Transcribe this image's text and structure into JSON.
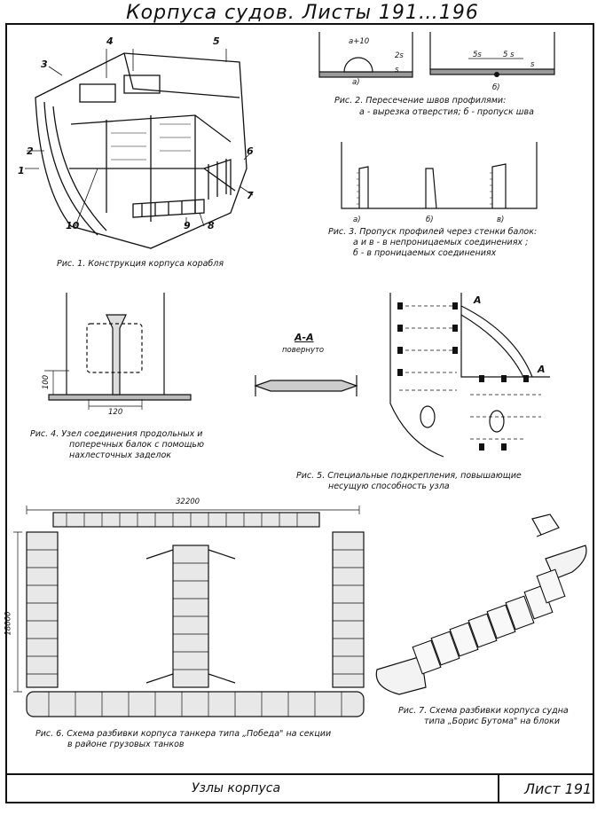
{
  "title": "Корпуса судов. Листы 191…196",
  "footer": {
    "section": "Узлы корпуса",
    "sheet": "Лист 191"
  },
  "fig1": {
    "caption": "Рис. 1. Конструкция корпуса корабля",
    "callouts": [
      "1",
      "2",
      "3",
      "4",
      "5",
      "6",
      "7",
      "8",
      "9",
      "10"
    ]
  },
  "fig2": {
    "caption_line1": "Рис. 2. Пересечение швов профилями:",
    "caption_line2": "а - вырезка отверстия; б - пропуск шва",
    "dim_a": "a+10",
    "dim_2s": "2s",
    "dim_s": "s",
    "dim_5s_1": "5s",
    "dim_5s_2": "5 s",
    "dim_s2": "s",
    "sub_a": "а)",
    "sub_b": "б)"
  },
  "fig3": {
    "caption_line1": "Рис. 3. Пропуск профилей через стенки балок:",
    "caption_line2": "а и в - в непроницаемых соединениях ;",
    "caption_line3": "б - в проницаемых соединениях",
    "sub_a": "а)",
    "sub_b": "б)",
    "sub_c": "в)"
  },
  "fig4": {
    "caption_line1": "Рис. 4. Узел соединения продольных и",
    "caption_line2": "поперечных балок с помощью",
    "caption_line3": "нахлесточных заделок",
    "dim_100": "100",
    "dim_120": "120"
  },
  "section_aa": {
    "label": "А-А",
    "note": "повернуто"
  },
  "fig5": {
    "caption_line1": "Рис. 5. Специальные подкрепления, повышающие",
    "caption_line2": "несущую способность узла",
    "mark_a1": "А",
    "mark_a2": "А"
  },
  "fig6": {
    "caption_line1": "Рис. 6. Схема разбивки корпуса танкера типа „Победа\" на секции",
    "caption_line2": "в районе грузовых танков",
    "dim_width": "32200",
    "dim_height": "18000"
  },
  "fig7": {
    "caption_line1": "Рис. 7. Схема разбивки корпуса судна",
    "caption_line2": "типа „Борис Бутома\" на блоки"
  }
}
